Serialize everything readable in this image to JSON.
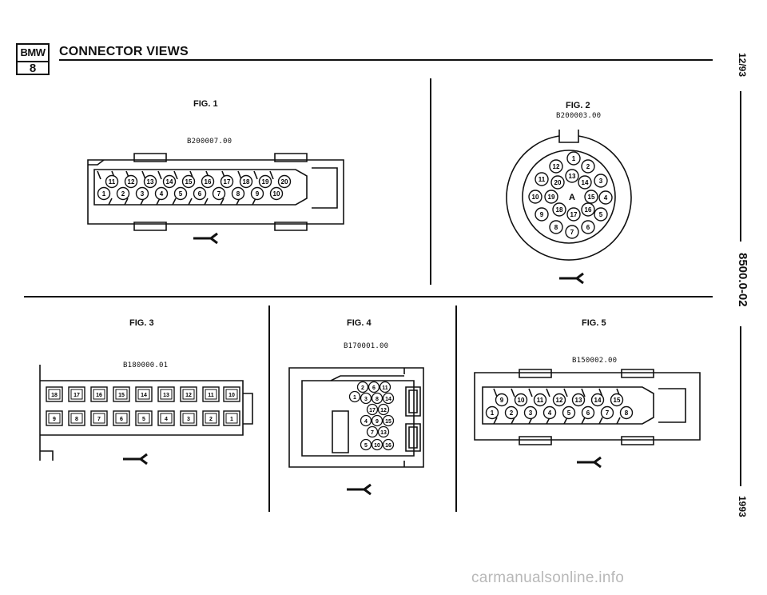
{
  "header": {
    "logo_top": "BMW",
    "logo_bottom": "8",
    "title": "CONNECTOR VIEWS"
  },
  "sidebar": {
    "date": "12/93",
    "doc_number": "8500.0-02",
    "year": "1993"
  },
  "figures": [
    {
      "label": "FIG. 1",
      "part": "B200007.00"
    },
    {
      "label": "FIG. 2",
      "part": "B200003.00"
    },
    {
      "label": "FIG. 3",
      "part": "B180000.01"
    },
    {
      "label": "FIG. 4",
      "part": "B170001.00"
    },
    {
      "label": "FIG. 5",
      "part": "B150002.00"
    }
  ],
  "fig1_pins": {
    "top": [
      "11",
      "12",
      "13",
      "14",
      "15",
      "16",
      "17",
      "18",
      "19",
      "20"
    ],
    "bottom": [
      "1",
      "2",
      "3",
      "4",
      "5",
      "6",
      "7",
      "8",
      "9",
      "10"
    ]
  },
  "fig2_pins": [
    "1",
    "2",
    "3",
    "4",
    "5",
    "6",
    "7",
    "8",
    "9",
    "10",
    "11",
    "12",
    "13",
    "14",
    "15",
    "16",
    "17",
    "18",
    "19",
    "20",
    "A"
  ],
  "fig3_pins": {
    "top": [
      "18",
      "17",
      "16",
      "15",
      "14",
      "13",
      "12",
      "11",
      "10"
    ],
    "bottom": [
      "9",
      "8",
      "7",
      "6",
      "5",
      "4",
      "3",
      "2",
      "1"
    ]
  },
  "fig4_pins": [
    "1",
    "2",
    "3",
    "4",
    "5",
    "6",
    "7",
    "8",
    "9",
    "10",
    "11",
    "12",
    "13",
    "14",
    "15",
    "16",
    "17"
  ],
  "fig5_pins": {
    "top": [
      "9",
      "10",
      "11",
      "12",
      "13",
      "14",
      "15"
    ],
    "bottom": [
      "1",
      "2",
      "3",
      "4",
      "5",
      "6",
      "7",
      "8"
    ]
  },
  "watermark": "carmanualsonline.info"
}
